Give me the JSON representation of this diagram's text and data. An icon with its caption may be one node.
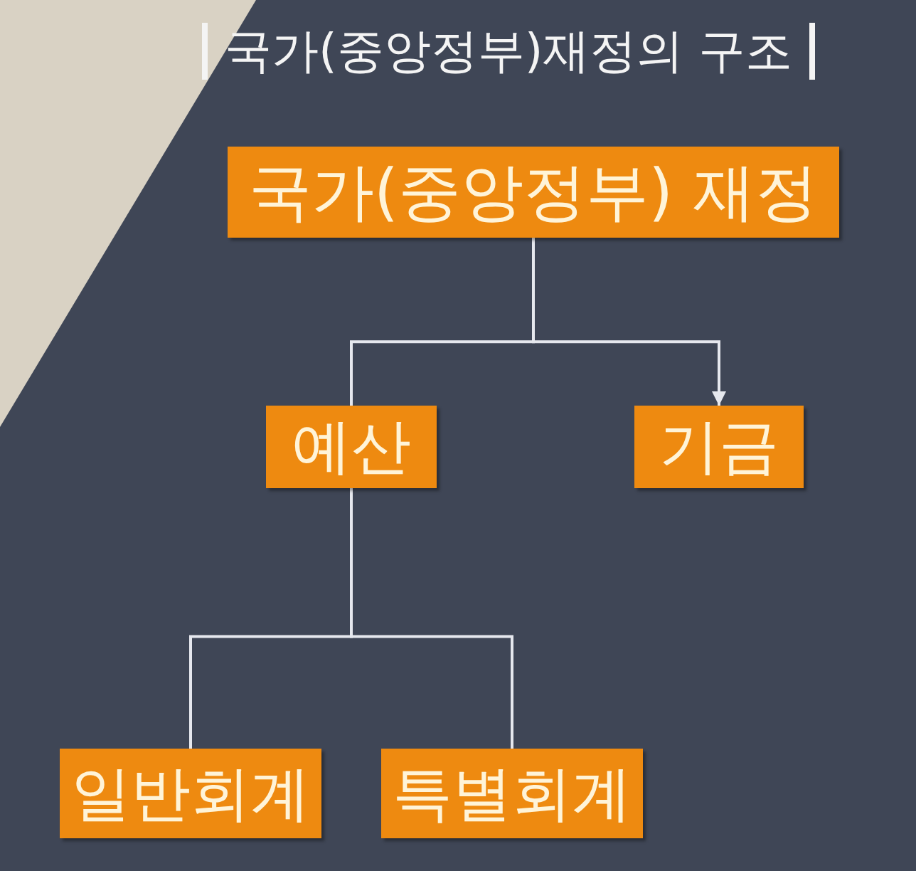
{
  "diagram": {
    "title": "국가(중앙정부)재정의 구조",
    "nodes": [
      {
        "text": [
          "국가(중앙정부) 재정"
        ]
      },
      {
        "text": [
          "예산"
        ]
      },
      {
        "text": [
          "기금"
        ]
      },
      {
        "text": [
          "일반회계"
        ]
      },
      {
        "text": [
          "특별회계"
        ]
      }
    ],
    "edges": [
      {
        "from": 0,
        "to": 1,
        "arrow": "none"
      },
      {
        "from": 0,
        "to": 2,
        "arrow": "to"
      },
      {
        "from": 1,
        "to": 3,
        "arrow": "none"
      },
      {
        "from": 1,
        "to": 4,
        "arrow": "none"
      }
    ]
  }
}
